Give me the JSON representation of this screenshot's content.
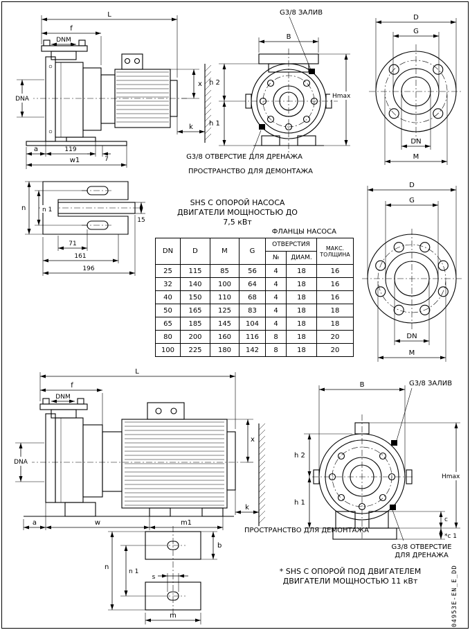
{
  "page": {
    "doc_code": "04953E-EN_E_DD"
  },
  "labels": {
    "fill": "G3/8 ЗАЛИВ",
    "drain_top": "G3/8 ОТВЕРСТИЕ ДЛЯ ДРЕНАЖА",
    "drain_bottom_line1": "G3/8 ОТВЕРСТИЕ",
    "drain_bottom_line2": "ДЛЯ ДРЕНАЖА",
    "dismantle": "ПРОСТРАНСТВО ДЛЯ ДЕМОНТАЖА",
    "note_top_line1": "SHS С ОПОРОЙ НАСОСА",
    "note_top_line2": "ДВИГАТЕЛИ МОЩНОСТЬЮ ДО",
    "note_top_line3": "7,5 кВт",
    "note_bottom_line1": "* SHS С ОПОРОЙ ПОД ДВИГАТЕЛЕМ",
    "note_bottom_line2": "ДВИГАТЕЛИ МОЩНОСТЬЮ 11 кВт"
  },
  "dims": {
    "L": "L",
    "f": "f",
    "DNM": "DNM",
    "DNA": "DNA",
    "x": "x",
    "k": "k",
    "a": "a",
    "n119": "119",
    "n7": "7",
    "w1": "w1",
    "B": "B",
    "h2": "h 2",
    "h1": "h 1",
    "Hmax": "Hmax",
    "D": "D",
    "G": "G",
    "DN": "DN",
    "M": "M",
    "n": "n",
    "n1": "n 1",
    "n15": "15",
    "n71": "71",
    "n161": "161",
    "n196": "196",
    "w": "w",
    "m1": "m1",
    "c": "c",
    "c1": "*c 1",
    "b": "b",
    "s": "s",
    "m": "m"
  },
  "table": {
    "title": "ФЛАНЦЫ НАСОСА",
    "headers": {
      "dn": "DN",
      "d": "D",
      "m": "M",
      "g": "G",
      "holes": "ОТВЕРСТИЯ",
      "num": "№",
      "diam": "ДИАМ.",
      "max1": "МАКС.",
      "max2": "ТОЛЩИНА"
    },
    "rows": [
      [
        "25",
        "115",
        "85",
        "56",
        "4",
        "18",
        "16"
      ],
      [
        "32",
        "140",
        "100",
        "64",
        "4",
        "18",
        "16"
      ],
      [
        "40",
        "150",
        "110",
        "68",
        "4",
        "18",
        "16"
      ],
      [
        "50",
        "165",
        "125",
        "83",
        "4",
        "18",
        "18"
      ],
      [
        "65",
        "185",
        "145",
        "104",
        "4",
        "18",
        "18"
      ],
      [
        "80",
        "200",
        "160",
        "116",
        "8",
        "18",
        "20"
      ],
      [
        "100",
        "225",
        "180",
        "142",
        "8",
        "18",
        "20"
      ]
    ]
  }
}
